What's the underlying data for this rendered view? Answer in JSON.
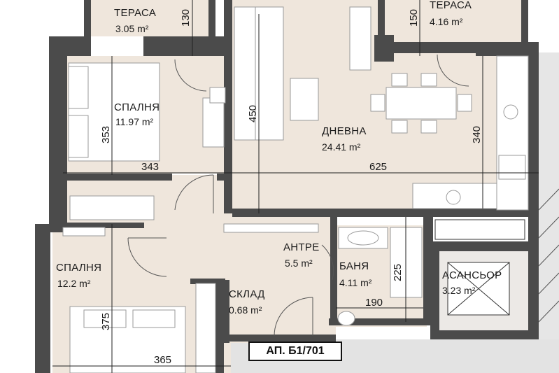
{
  "colors": {
    "floor": "#efe6dc",
    "wall": "#4b4b4b",
    "furniture": "#ffffff",
    "dim_line": "#222222",
    "background": "#ffffff",
    "corridor": "#e3e3e3"
  },
  "apartment_label": "АП. Б1/701",
  "rooms": {
    "terrace_left": {
      "name": "ТЕРАСА",
      "area": "3.05 m²"
    },
    "terrace_right": {
      "name": "ТЕРАСА",
      "area": "4.16 m²"
    },
    "bedroom_top": {
      "name": "СПАЛНЯ",
      "area": "11.97 m²"
    },
    "living": {
      "name": "ДНЕВНА",
      "area": "24.41 m²"
    },
    "bedroom_bottom": {
      "name": "СПАЛНЯ",
      "area": "12.2 m²"
    },
    "hall": {
      "name": "АНТРЕ",
      "area": "5.5 m²"
    },
    "bath": {
      "name": "БАНЯ",
      "area": "4.11 m²"
    },
    "storage": {
      "name": "СКЛАД",
      "area": "0.68 m²"
    },
    "elevator": {
      "name": "АСАНСЬОР",
      "area": "3.23 m²"
    }
  },
  "dimensions": {
    "terrace_left_depth": "130",
    "terrace_right_depth": "150",
    "living_depth": "450",
    "bedroom_top_depth": "353",
    "living_right_depth": "340",
    "bedroom_top_width": "343",
    "living_width": "625",
    "bath_depth": "225",
    "bath_width": "190",
    "bedroom_bottom_depth": "375",
    "bedroom_bottom_width": "365"
  }
}
